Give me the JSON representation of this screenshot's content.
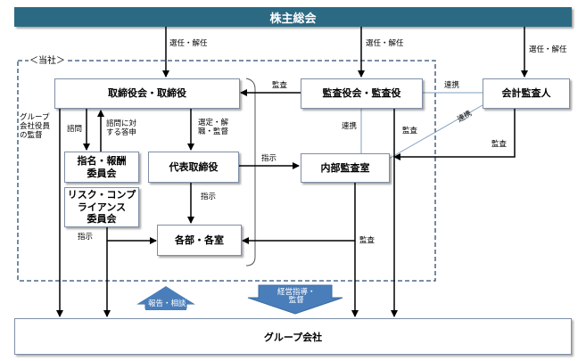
{
  "shareholders": "株主総会",
  "company_label": "＜当社＞",
  "boxes": {
    "board": "取締役会・取締役",
    "auditors": "監査役会・監査役",
    "accountant": "会計監査人",
    "nomination": "指名・報酬\n委員会",
    "representative": "代表取締役",
    "internal_audit": "内部監査室",
    "risk": "リスク・コンプ\nライアンス\n委員会",
    "departments": "各部・各室",
    "group": "グループ会社"
  },
  "labels": {
    "appoint1": "選任・解任",
    "appoint2": "選任・解任",
    "appoint3": "選任・解任",
    "audit_board": "監査",
    "cooperate_top": "連携",
    "cooperate_diag": "連携",
    "cooperate_mid": "連携",
    "audit_group": "監査",
    "audit_acc": "監査",
    "group_supervision": "グループ\n会社役員\nの監督",
    "consult": "諮問",
    "reply": "諮問に対\nする答申",
    "select_supervise": "選定・解\n職・監督",
    "instruct_internal": "指示",
    "instruct_dept": "指示",
    "instruct_risk": "指示",
    "audit_dept": "監査",
    "report": "報告・相談",
    "guidance": "経営指導・\n監督"
  }
}
